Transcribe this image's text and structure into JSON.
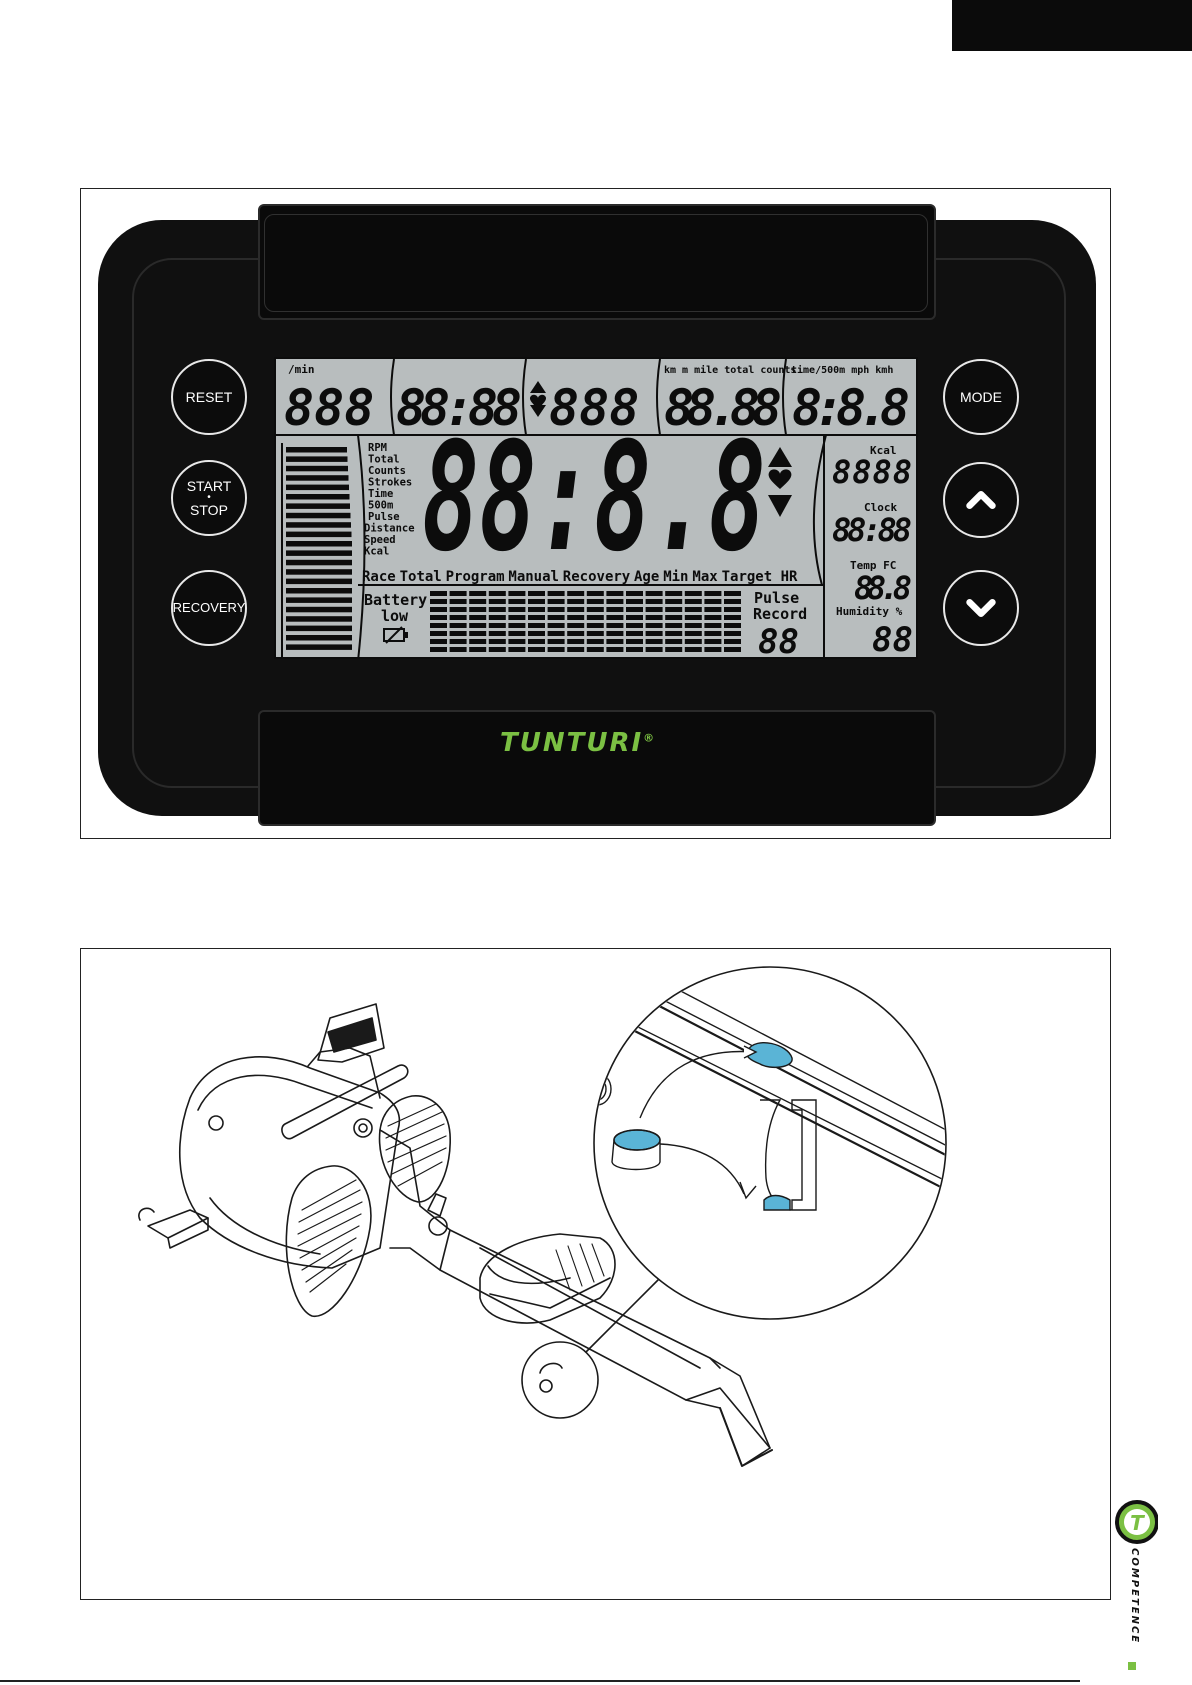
{
  "console": {
    "buttons": {
      "reset": "RESET",
      "start": "START",
      "start_dot": "•",
      "stop": "STOP",
      "recovery": "RECOVERY",
      "mode": "MODE"
    },
    "icons": {
      "up": "chevron-up-icon",
      "down": "chevron-down-icon",
      "battery": "battery-icon",
      "heart": "heart-icon"
    },
    "logo": "TUNTURI",
    "logo_mark": "®",
    "lcd": {
      "top_labels": {
        "per_min": "/min",
        "distance_units": "km m mile total counts",
        "speed_units": "time/500m mph kmh"
      },
      "top_segments": {
        "rate": "888",
        "time": "88:88",
        "pulse": "888",
        "distance": "88.88",
        "speed": "8:8.8"
      },
      "left_labels": [
        "RPM",
        "Total",
        "Counts",
        "Strokes",
        "Time",
        "500m",
        "Pulse",
        "Distance",
        "Speed",
        "Kcal"
      ],
      "main_segment": "88:8.8",
      "right_labels": {
        "kcal": "Kcal",
        "clock": "Clock",
        "temp": "Temp FC",
        "humidity": "Humidity %"
      },
      "right_segments": {
        "kcal": "8888",
        "clock": "88:88",
        "temp": "88.8",
        "humidity": "88"
      },
      "mode_row": [
        "Race",
        "Total",
        "Program",
        "Manual",
        "Recovery",
        "Age",
        "Min",
        "Max",
        "Target HR"
      ],
      "battery_label": [
        "Battery",
        "low"
      ],
      "pulse_record_label": [
        "Pulse",
        "Record"
      ],
      "pulse_record_segment": "88"
    },
    "colors": {
      "lcd_bg": "#b8bdbe",
      "segment": "#0c0c0c",
      "body": "#101010",
      "logo": "#7bc043"
    }
  },
  "figure2": {
    "lubricant_color": "#5ab4d6"
  },
  "brand": {
    "emblem_letter": "T",
    "text": "COMPETENCE",
    "color": "#7bc043"
  }
}
